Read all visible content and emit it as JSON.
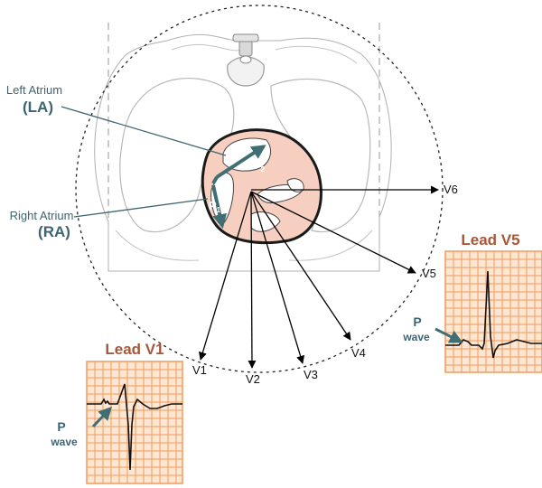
{
  "left_atrium": {
    "name": "Left Atrium",
    "abbr": "(LA)"
  },
  "right_atrium": {
    "name": "Right Atrium",
    "abbr": "(RA)"
  },
  "vectors": [
    {
      "letter": "P",
      "sub": "1"
    },
    {
      "letter": "P",
      "sub": "2"
    }
  ],
  "leads": [
    "V1",
    "V2",
    "V3",
    "V4",
    "V5",
    "V6"
  ],
  "ecg_v1": {
    "title": "Lead V1",
    "p_label": "P",
    "wave_label": "wave"
  },
  "ecg_v5": {
    "title": "Lead V5",
    "p_label": "P",
    "wave_label": "wave"
  },
  "colors": {
    "heart_fill": "#f7cfc0",
    "vector": "#3f6f74",
    "ecg_grid": "#f29a5c",
    "ecg_bg": "#fde6d2",
    "ecg_title": "#a85538",
    "label_text": "#3d6470"
  }
}
